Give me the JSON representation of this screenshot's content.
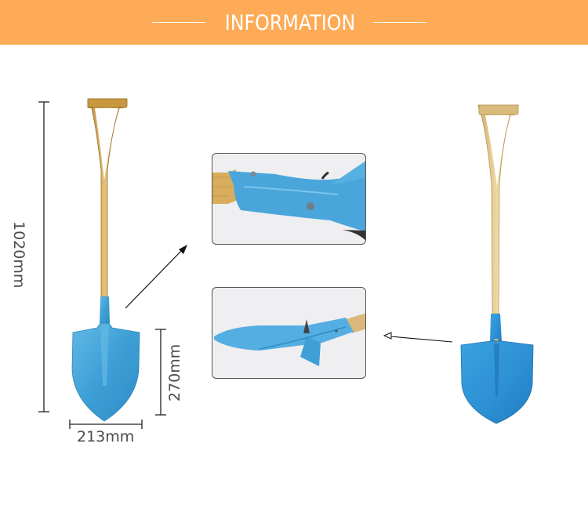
{
  "header": {
    "title": "INFORMATION",
    "background_color": "#fdab56",
    "text_color": "#ffffff"
  },
  "dimensions": {
    "total_height": "1020mm",
    "blade_height": "270mm",
    "blade_width": "213mm"
  },
  "images": {
    "main_product": "shovel-front-view",
    "detail_top": "shovel-socket-rivet-closeup",
    "detail_bottom": "shovel-blade-side-view",
    "secondary_product": "shovel-angled-view"
  },
  "colors": {
    "blade_blue": "#3d9fd6",
    "handle_wood": "#d9b063",
    "dimension_text": "#4a4a4a"
  }
}
